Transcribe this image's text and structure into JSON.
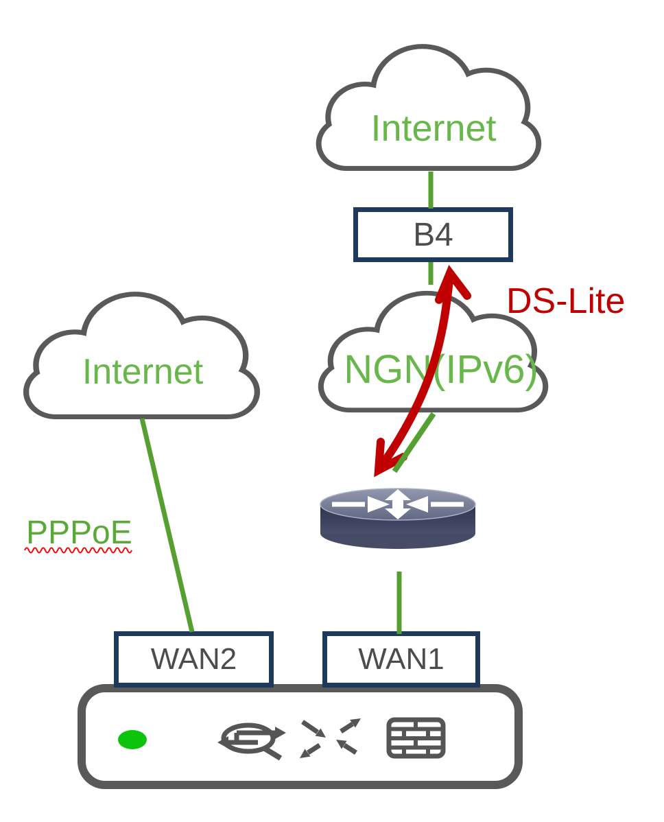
{
  "labels": {
    "internet_top": "Internet",
    "internet_left": "Internet",
    "ngn": "NGN(IPv6)",
    "b4": "B4",
    "ds_lite": "DS-Lite",
    "pppoe": "PPPoE",
    "wan2": "WAN2",
    "wan1": "WAN1"
  },
  "colors": {
    "cloud_outline_gray": "#595959",
    "label_text_gray": "#4c4c4c",
    "green_text": "#68b74a",
    "green_line": "#55a030",
    "led_green": "#0cc40c",
    "red_arrow": "#c00000",
    "squiggle_red": "#ff0000",
    "navy_border": "#1e395c",
    "router_slate": "#3a3f58"
  },
  "icons": {
    "cloud": "cloud-icon",
    "router": "router-icon",
    "led": "status-led",
    "nat": "nat-arrows-icon",
    "traffic": "traffic-distribution-icon",
    "firewall": "firewall-icon"
  }
}
